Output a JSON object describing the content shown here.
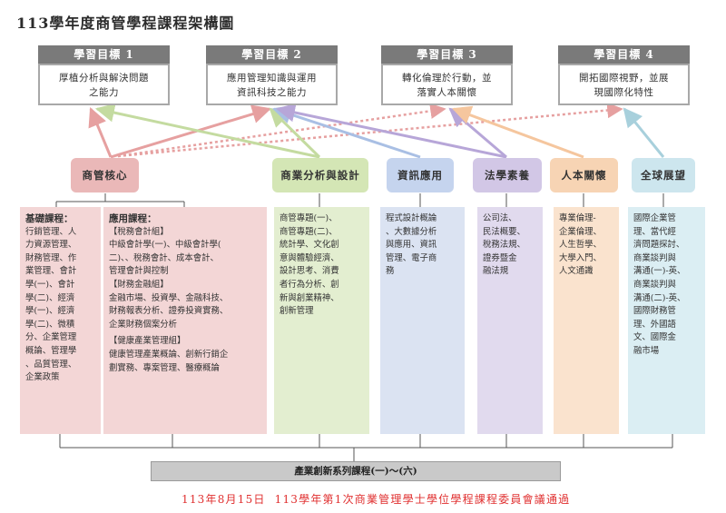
{
  "title": "113學年度商管學程課程架構圖",
  "goals": [
    {
      "head": "學習目標 1",
      "body": "厚植分析與解決問題\n之能力"
    },
    {
      "head": "學習目標 2",
      "body": "應用管理知識與運用\n資訊科技之能力"
    },
    {
      "head": "學習目標 3",
      "body": "轉化倫理於行動，並\n落實人本關懷"
    },
    {
      "head": "學習目標 4",
      "body": "開拓國際視野，並展\n現國際化特性"
    }
  ],
  "categories": [
    {
      "label": "商管核心",
      "color": "#eab8b8"
    },
    {
      "label": "商業分析與設計",
      "color": "#d4e6b5"
    },
    {
      "label": "資訊應用",
      "color": "#c5d4ee"
    },
    {
      "label": "法學素養",
      "color": "#d2c7e6"
    },
    {
      "label": "人本關懷",
      "color": "#f7d4b4"
    },
    {
      "label": "全球展望",
      "color": "#cde6ee"
    }
  ],
  "core": {
    "basic_head": "基礎課程：",
    "basic_text": "行銷管理、人\n力資源管理、\n財務管理、作\n業管理、會計\n學(一)、會計\n學(二)、經濟\n學(一)、經濟\n學(二)、微積\n分、企業管理\n概論、管理學\n、品質管理、\n企業政策",
    "applied_head": "應用課程：",
    "group1_head": "【稅務會計組】",
    "group1_text": "中級會計學(一)、中級會計學(\n二)、、稅務會計、成本會計、\n管理會計與控制",
    "group2_head": "【財務金融組】",
    "group2_text": "金融市場、投資學、金融科技、\n財務報表分析、證券投資實務、\n企業財務個案分析",
    "group3_head": "【健康產業管理組】",
    "group3_text": "健康管理產業概論、創新行銷企\n劃實務、專案管理、醫療概論"
  },
  "columns": {
    "analysis": "商管專題(一)、\n商管專題(二)、\n統計學、文化創\n意與體驗經濟、\n設計思考、消費\n者行為分析、創\n新與創業精神、\n創新管理",
    "it": "程式設計概論\n、大數據分析\n與應用、資訊\n管理、電子商\n務",
    "law": "公司法、\n民法概要、\n稅務法規、\n證券暨金\n融法規",
    "humanity": "專業倫理-\n企業倫理、\n人生哲學、\n大學入門、\n人文通識",
    "global": "國際企業管\n理、當代經\n濟問題探討、\n商業談判與\n溝通(一)-英、\n商業談判與\n溝通(二)-英、\n國際財務管\n理、外國語\n文、國際金\n融市場"
  },
  "series": "產業創新系列課程(一)～(六)",
  "approval": "113年8月15日  113學年第1次商業管理學士學位學程課程委員會議通過",
  "colors": {
    "core": "#e6a0a0",
    "analysis": "#c4dba0",
    "it": "#a9bfe4",
    "law": "#b7a6d8",
    "humanity": "#f5c69e",
    "global": "#a8d0dc",
    "goal_head": "#7a7a7a",
    "approval": "#e03030"
  }
}
